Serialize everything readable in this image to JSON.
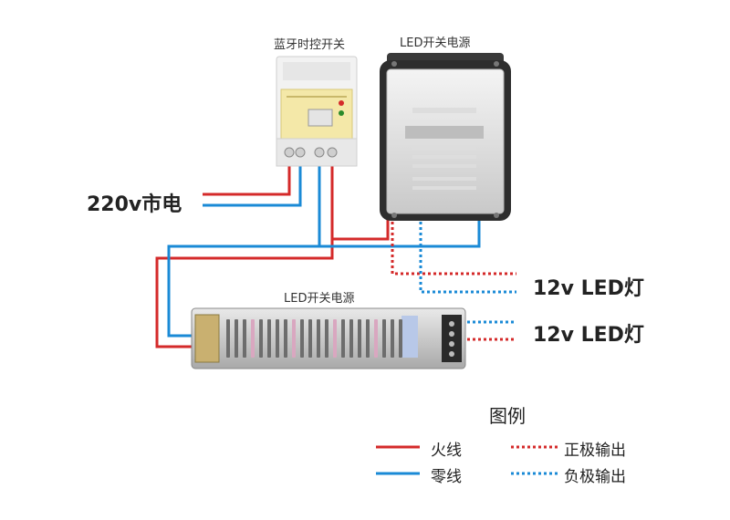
{
  "labels": {
    "bt_switch": "蓝牙时控开关",
    "psu_top": "LED开关电源",
    "psu_bottom": "LED开关电源",
    "mains": "220v市电",
    "led1": "12v LED灯",
    "led2": "12v LED灯"
  },
  "legend": {
    "title": "图例",
    "live": "火线",
    "neutral": "零线",
    "pos": "正极输出",
    "neg": "负极输出"
  },
  "colors": {
    "live": "#d42a2a",
    "neutral": "#1a8ad6"
  }
}
